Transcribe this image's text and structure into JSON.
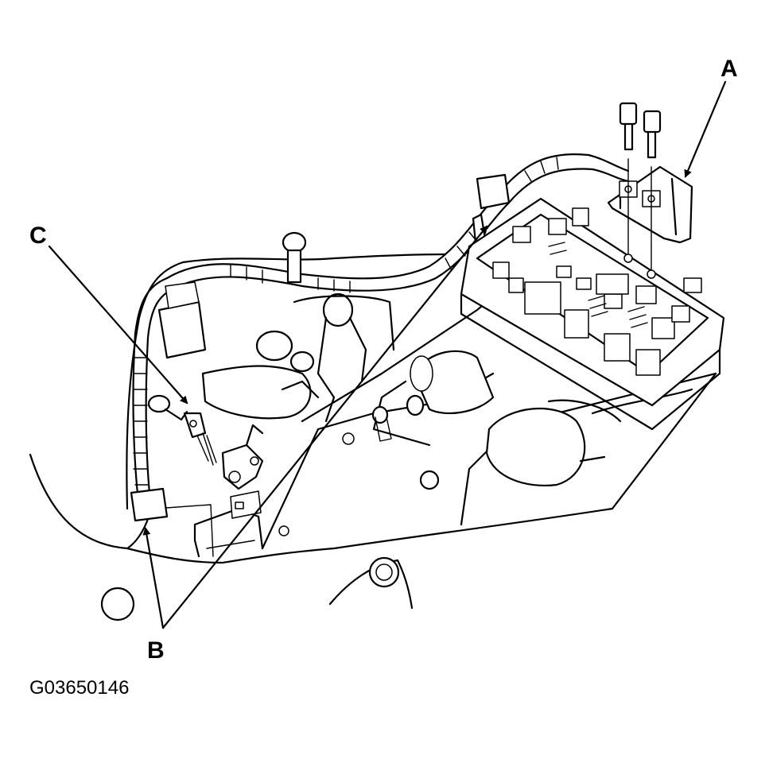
{
  "callouts": {
    "a": "A",
    "b": "B",
    "c": "C"
  },
  "figure_id": "G03650146",
  "colors": {
    "ink": "#000000",
    "paper": "#ffffff"
  }
}
